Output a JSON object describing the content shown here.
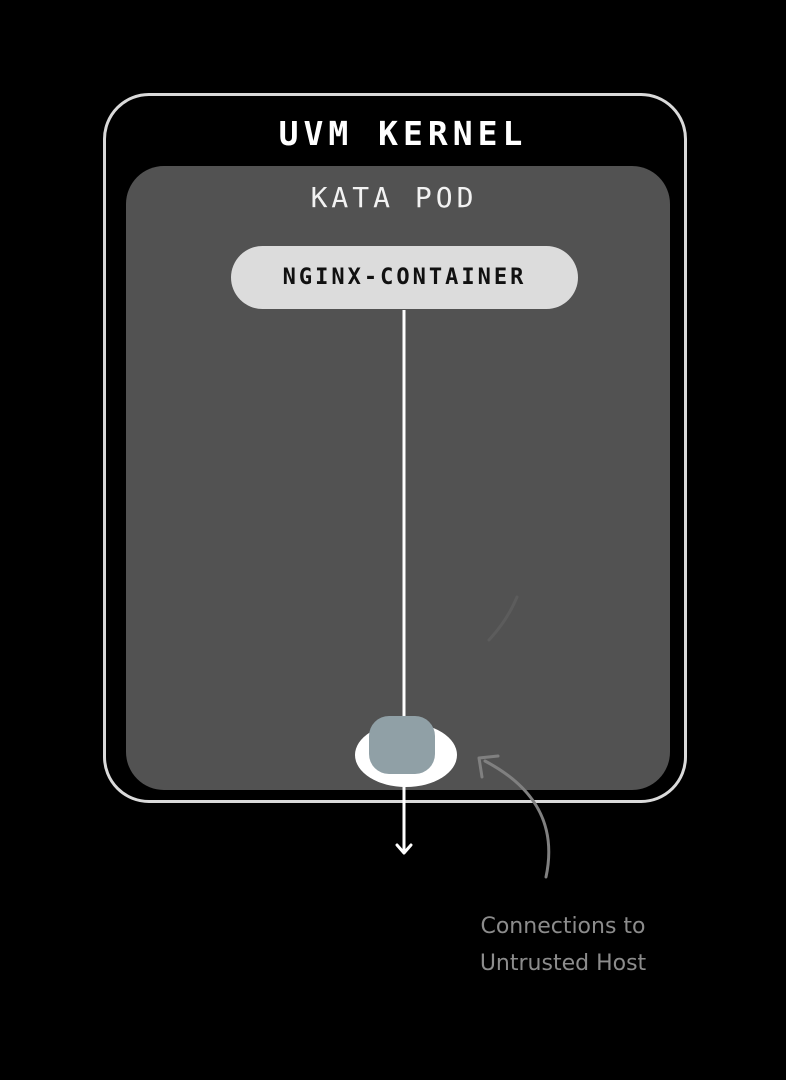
{
  "diagram": {
    "outer": {
      "title": "UVM KERNEL"
    },
    "pod": {
      "title": "KATA POD"
    },
    "container": {
      "label": "NGINX-CONTAINER"
    },
    "annotation": {
      "lines": [
        "Connections to",
        "Untrusted Host"
      ]
    }
  },
  "colors": {
    "background": "#000000",
    "outer_border": "#dadada",
    "pod_fill": "#525252",
    "container_fill": "#dcdcdc",
    "port_fill": "#90a0a6",
    "annotation_text": "#8c8c8c"
  }
}
